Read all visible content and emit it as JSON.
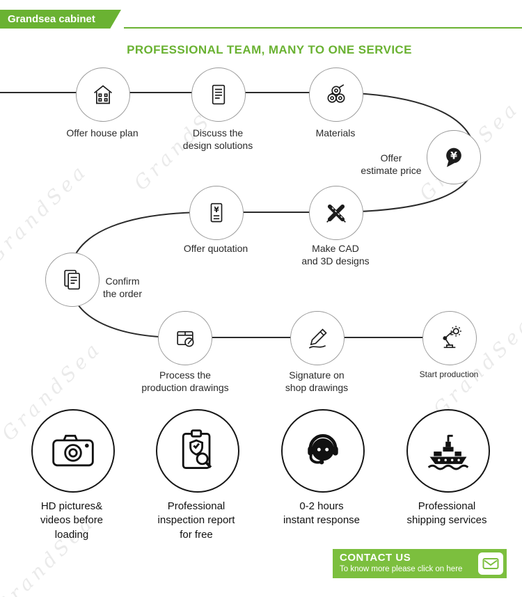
{
  "colors": {
    "green": "#6ab232",
    "contact-green": "#7cbf3e",
    "ink": "#1c1c1c"
  },
  "header": {
    "brand": "Grandsea cabinet",
    "title": "PROFESSIONAL TEAM, MANY TO ONE SERVICE"
  },
  "flow": {
    "steps": [
      {
        "label": "Offer house plan",
        "icon": "house-icon"
      },
      {
        "label": "Discuss the\ndesign solutions",
        "icon": "design-document-icon"
      },
      {
        "label": "Materials",
        "icon": "pipes-icon"
      },
      {
        "label": "Offer\nestimate price",
        "icon": "price-chat-icon"
      },
      {
        "label": "Make CAD\nand 3D designs",
        "icon": "pencil-ruler-icon"
      },
      {
        "label": "Offer quotation",
        "icon": "quotation-document-icon"
      },
      {
        "label": "Confirm\nthe order",
        "icon": "order-documents-icon"
      },
      {
        "label": "Process the\nproduction drawings",
        "icon": "production-drawings-icon"
      },
      {
        "label": "Signature on\nshop drawings",
        "icon": "signature-pen-icon"
      },
      {
        "label": "Start production",
        "icon": "robot-arm-icon"
      }
    ]
  },
  "features": [
    {
      "label": "HD pictures&\nvideos before\nloading",
      "icon": "camera-icon"
    },
    {
      "label": "Professional\ninspection report\nfor free",
      "icon": "inspection-report-icon"
    },
    {
      "label": "0-2 hours\ninstant response",
      "icon": "headset-support-icon"
    },
    {
      "label": "Professional\nshipping services",
      "icon": "cargo-ship-icon"
    }
  ],
  "contact": {
    "title": "CONTACT US",
    "subtitle": "To know more please click on here",
    "icon": "envelope-icon"
  },
  "watermark": "GrandSea"
}
